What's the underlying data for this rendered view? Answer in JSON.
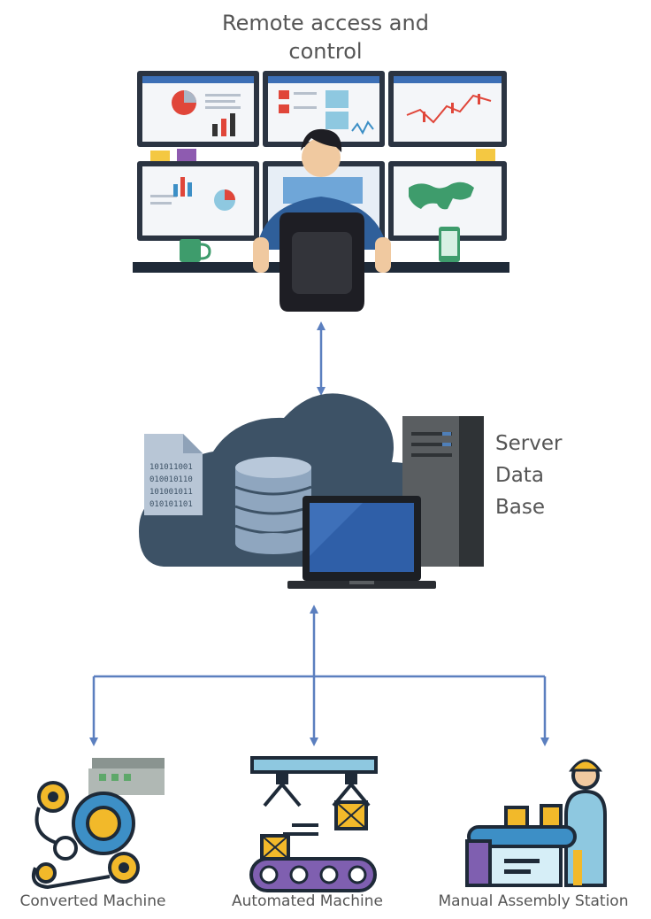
{
  "remote": {
    "title_line1": "Remote access and",
    "title_line2": "control"
  },
  "server": {
    "line1": "Server",
    "line2": "Data",
    "line3": "Base",
    "binary": [
      "101011001",
      "010010110",
      "101001011",
      "010101101"
    ]
  },
  "machines": [
    {
      "label": "Converted Machine"
    },
    {
      "label": "Automated Machine"
    },
    {
      "label": "Manual Assembly Station"
    }
  ],
  "colors": {
    "arrow": "#5b7fbf",
    "cloud": "#3d5266",
    "server_tower": "#5a5e61",
    "laptop_screen": "#2f5fa8",
    "operator_shirt": "#2f5f9a"
  },
  "icons": [
    "monitor-wall",
    "operator",
    "cloud",
    "database",
    "server-tower",
    "laptop",
    "data-file",
    "gears",
    "plc-module",
    "robot-gripper",
    "conveyor",
    "worker"
  ]
}
